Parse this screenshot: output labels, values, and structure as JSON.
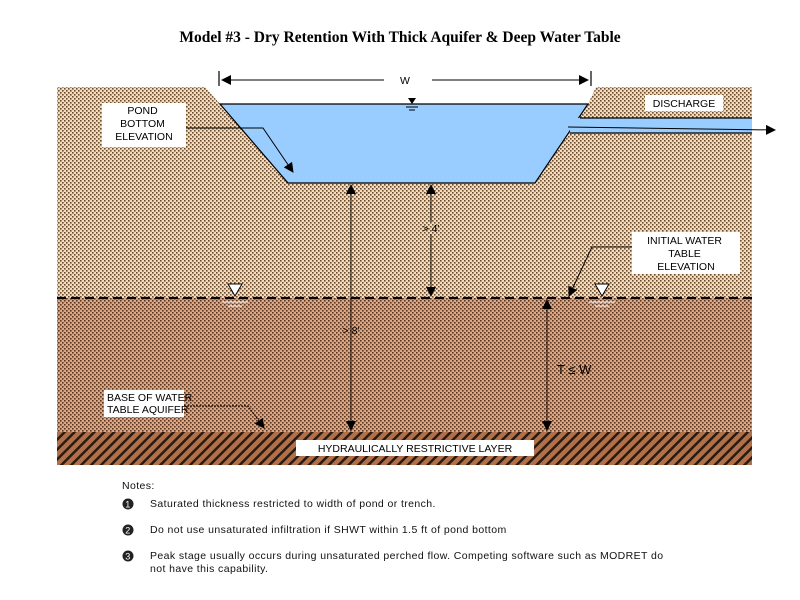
{
  "title": "Model #3 - Dry Retention With Thick Aquifer & Deep Water Table",
  "labels": {
    "width": "W",
    "pond_bottom": [
      "POND",
      "BOTTOM",
      "ELEVATION"
    ],
    "discharge": "DISCHARGE",
    "initial_water_table": [
      "INITIAL WATER",
      "TABLE",
      "ELEVATION"
    ],
    "depth_pond_to_wt": "> 4'",
    "depth_pond_to_base": "> 8'",
    "saturated_thickness": "T ≤ W",
    "base_aquifer": [
      "BASE OF WATER",
      "TABLE AQUIFER"
    ],
    "restrictive_layer": "HYDRAULICALLY RESTRICTIVE LAYER"
  },
  "notes": {
    "heading": "Notes:",
    "items": [
      {
        "num": "1",
        "text": "Saturated thickness restricted to width of pond or trench."
      },
      {
        "num": "2",
        "text": "Do not use unsaturated infiltration if SHWT within 1.5 ft of pond bottom"
      },
      {
        "num": "3",
        "text": "Peak stage usually occurs during unsaturated perched flow.  Competing software such as MODRET do not have this capability."
      }
    ]
  },
  "colors": {
    "water": "#99ccff",
    "sand": "#f3dcb8",
    "aquifer": "#d9a383",
    "restrictive": "#b0704a"
  }
}
